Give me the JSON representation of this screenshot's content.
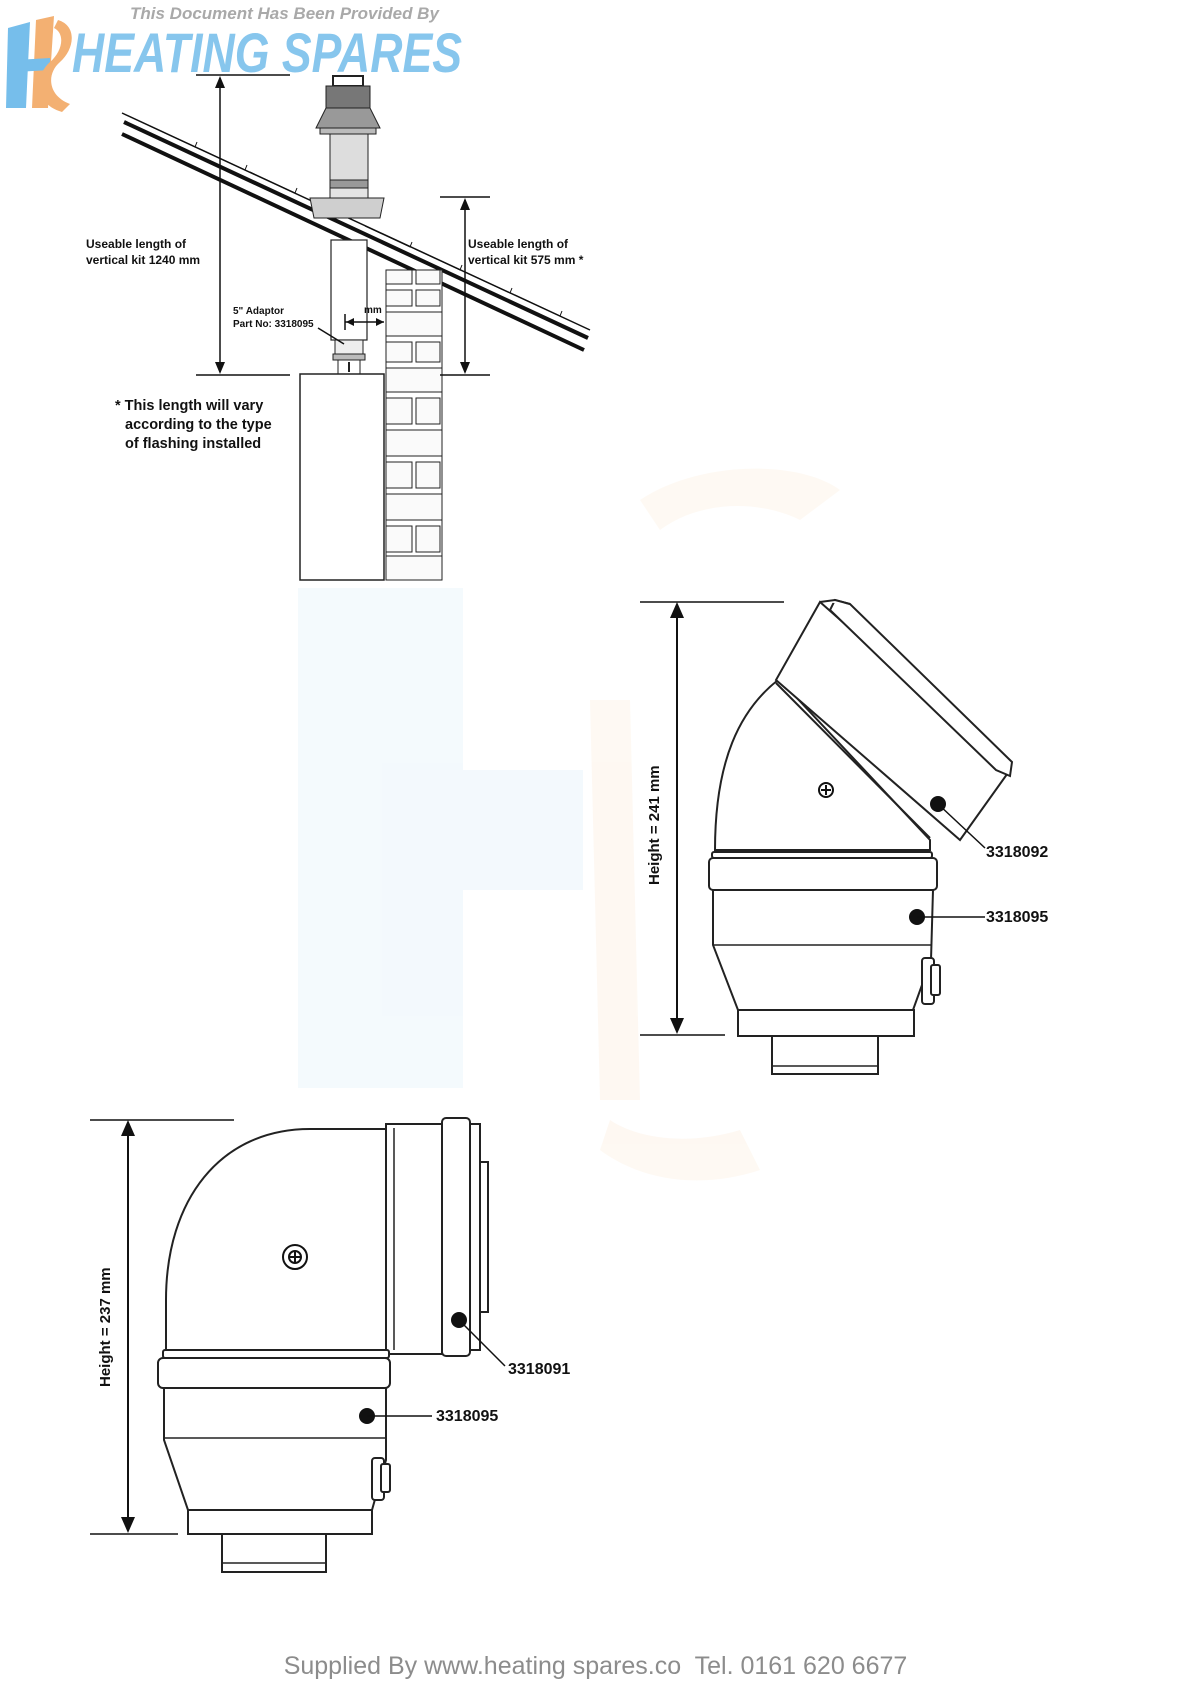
{
  "branding": {
    "provided_by": "This Document Has Been Provided By",
    "logo_text": "HEATING SPARES",
    "logo_mark": "HS",
    "logo_blue": "#5fb3e8",
    "logo_orange": "#f2a35a"
  },
  "flue_diagram": {
    "left_label_line1": "Useable length of",
    "left_label_line2": "vertical kit 1240 mm",
    "right_label_line1": "Useable length of",
    "right_label_line2": "vertical kit  575 mm *",
    "adaptor_line1": "5\" Adaptor",
    "adaptor_line2": "Part No: 3318095",
    "gap_unit": "mm",
    "note_line1": "* This length will vary",
    "note_line2": "according to the type",
    "note_line3": "of flashing installed"
  },
  "elbow_45": {
    "height_label": "Height = 241 mm",
    "part_upper": "3318092",
    "part_lower": "3318095"
  },
  "elbow_90": {
    "height_label": "Height =  237 mm",
    "part_upper": "3318091",
    "part_lower": "3318095"
  },
  "footer": {
    "supplied_by": "Supplied By www.heating spares.co",
    "phone": "Tel. 0161 620 6677"
  }
}
